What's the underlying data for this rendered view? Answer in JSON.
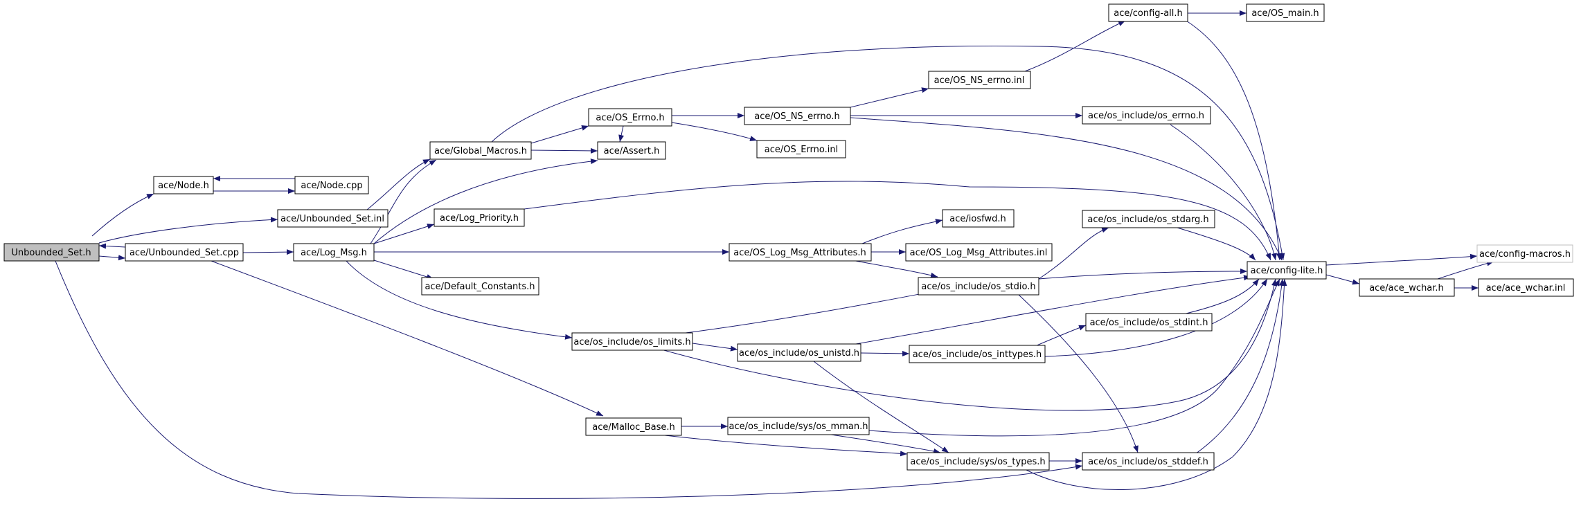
{
  "colors": {
    "edge": "#191970",
    "border": "#000000",
    "root_fill": "#bfbfbf",
    "node_fill": "#ffffff",
    "faded_border": "#bfbfbf",
    "text": "#000000"
  },
  "nodes": {
    "unbounded_set_h": "Unbounded_Set.h",
    "node_h": "ace/Node.h",
    "node_cpp": "ace/Node.cpp",
    "unbounded_set_inl": "ace/Unbounded_Set.inl",
    "unbounded_set_cpp": "ace/Unbounded_Set.cpp",
    "global_macros_h": "ace/Global_Macros.h",
    "os_errno_h": "ace/OS_Errno.h",
    "assert_h": "ace/Assert.h",
    "os_ns_errno_h": "ace/OS_NS_errno.h",
    "os_errno_inl": "ace/OS_Errno.inl",
    "os_ns_errno_inl": "ace/OS_NS_errno.inl",
    "config_all_h": "ace/config-all.h",
    "os_main_h": "ace/OS_main.h",
    "os_include_os_errno_h": "ace/os_include/os_errno.h",
    "log_priority_h": "ace/Log_Priority.h",
    "log_msg_h": "ace/Log_Msg.h",
    "iosfwd_h": "ace/iosfwd.h",
    "os_log_msg_attributes_h": "ace/OS_Log_Msg_Attributes.h",
    "os_log_msg_attributes_inl": "ace/OS_Log_Msg_Attributes.inl",
    "os_stdarg_h": "ace/os_include/os_stdarg.h",
    "config_lite_h": "ace/config-lite.h",
    "config_macros_h": "ace/config-macros.h",
    "ace_wchar_h": "ace/ace_wchar.h",
    "ace_wchar_inl": "ace/ace_wchar.inl",
    "default_constants_h": "ace/Default_Constants.h",
    "os_stdio_h": "ace/os_include/os_stdio.h",
    "os_stdint_h": "ace/os_include/os_stdint.h",
    "os_limits_h": "ace/os_include/os_limits.h",
    "os_unistd_h": "ace/os_include/os_unistd.h",
    "os_inttypes_h": "ace/os_include/os_inttypes.h",
    "malloc_base_h": "ace/Malloc_Base.h",
    "sys_os_mman_h": "ace/os_include/sys/os_mman.h",
    "sys_os_types_h": "ace/os_include/sys/os_types.h",
    "os_stddef_h": "ace/os_include/os_stddef.h"
  }
}
